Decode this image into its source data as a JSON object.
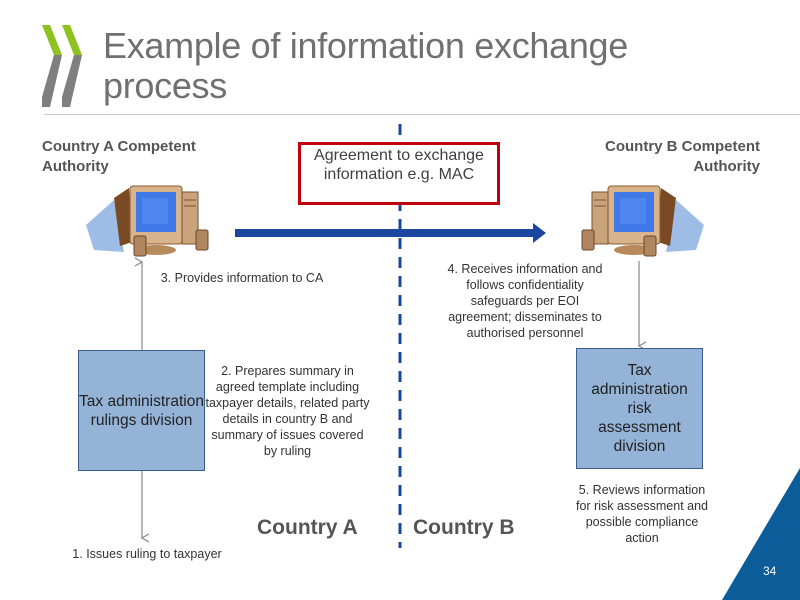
{
  "slide": {
    "title": "Example of information exchange process",
    "page_number": "34",
    "logo": "oecd-chevron-logo",
    "colors": {
      "title": "#707070",
      "accent_green": "#8dc21f",
      "accent_gray": "#7f7f7f",
      "arrow_blue": "#1a46a0",
      "divider_blue": "#1a46a0",
      "agreement_border": "#c0000c",
      "division_fill": "#94b3d7",
      "corner_blue": "#0b5c99"
    }
  },
  "diagram": {
    "competent_authority_a": "Country A Competent Authority",
    "competent_authority_b": "Country B Competent Authority",
    "agreement_box": "Agreement to exchange information e.g. MAC",
    "computer_a_icon": "desktop-computer-icon",
    "computer_b_icon": "desktop-computer-icon",
    "division_a": "Tax administration rulings division",
    "division_b": "Tax administration risk assessment division",
    "steps": [
      {
        "number": 1,
        "text": "1. Issues ruling to taxpayer"
      },
      {
        "number": 2,
        "text": "2. Prepares summary in agreed template including taxpayer details, related party details in country B and summary of issues covered by ruling"
      },
      {
        "number": 3,
        "text": "3. Provides information to CA"
      },
      {
        "number": 4,
        "text": "4. Receives information and follows confidentiality safeguards per EOI agreement; disseminates to authorised personnel"
      },
      {
        "number": 5,
        "text": "5. Reviews information for risk assessment and possible compliance action"
      }
    ],
    "country_a_label": "Country A",
    "country_b_label": "Country B"
  }
}
